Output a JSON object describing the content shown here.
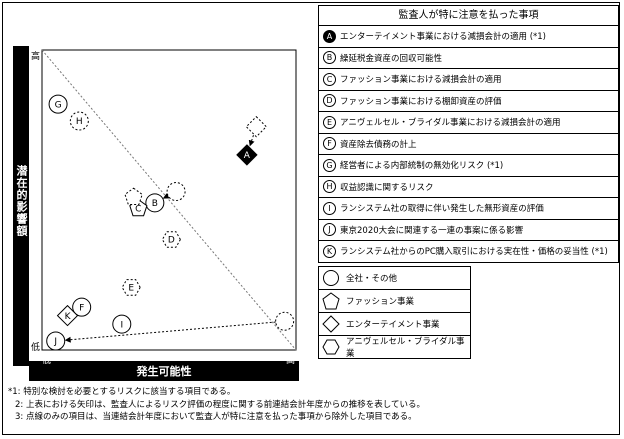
{
  "axes": {
    "y_label": "潜在的影響額",
    "x_label": "発生可能性",
    "y_high": "高",
    "y_low": "低",
    "x_low": "低",
    "x_high": "高"
  },
  "legend": {
    "title": "監査人が特に注意を払った事項",
    "items": [
      {
        "id": "A",
        "text": "エンターテイメント事業における減損会計の適用 (*1)",
        "inverted": true
      },
      {
        "id": "B",
        "text": "繰延税金資産の回収可能性",
        "inverted": false
      },
      {
        "id": "C",
        "text": "ファッション事業における減損会計の適用",
        "inverted": false
      },
      {
        "id": "D",
        "text": "ファッション事業における棚卸資産の評価",
        "inverted": false
      },
      {
        "id": "E",
        "text": "アニヴェルセル・ブライダル事業における減損会計の適用",
        "inverted": false
      },
      {
        "id": "F",
        "text": "資産除去債務の計上",
        "inverted": false
      },
      {
        "id": "G",
        "text": "経営者による内部統制の無効化リスク (*1)",
        "inverted": false
      },
      {
        "id": "H",
        "text": "収益認識に関するリスク",
        "inverted": false
      },
      {
        "id": "I",
        "text": "ランシステム社の取得に伴い発生した無形資産の評価",
        "inverted": false
      },
      {
        "id": "J",
        "text": "東京2020大会に関連する一連の事案に係る影響",
        "inverted": false
      },
      {
        "id": "K",
        "text": "ランシステム社からのPC購入取引における実在性・価格の妥当性 (*1)",
        "inverted": false
      }
    ]
  },
  "shape_legend": [
    {
      "shape": "circle",
      "text": "全社・その他"
    },
    {
      "shape": "pentagon",
      "text": "ファッション事業"
    },
    {
      "shape": "diamond",
      "text": "エンターテイメント事業"
    },
    {
      "shape": "hexagon",
      "text": "アニヴェルセル・ブライダル事業"
    }
  ],
  "notes": [
    "*1: 特別な検討を必要とするリスクに該当する項目である。",
    "2: 上表における矢印は、監査人によるリスク評価の程度に関する前連結会計年度からの推移を表している。",
    "3: 点線のみの項目は、当連結会計年度において監査人が特に注意を払った事項から除外した項目である。"
  ],
  "markers": [
    {
      "id": "A",
      "shape": "diamond",
      "likelihood": 0.83,
      "impact": 0.66,
      "filled": true,
      "dashed": false
    },
    {
      "id": "A-prev",
      "shape": "diamond",
      "likelihood": 0.87,
      "impact": 0.76,
      "filled": false,
      "dashed": true
    },
    {
      "id": "B",
      "shape": "circle",
      "likelihood": 0.44,
      "impact": 0.49,
      "filled": false,
      "dashed": false
    },
    {
      "id": "B-prev",
      "shape": "circle",
      "likelihood": 0.53,
      "impact": 0.53,
      "filled": false,
      "dashed": true
    },
    {
      "id": "C",
      "shape": "pentagon",
      "likelihood": 0.37,
      "impact": 0.47,
      "filled": false,
      "dashed": false
    },
    {
      "id": "C-prev",
      "shape": "pentagon",
      "likelihood": 0.35,
      "impact": 0.51,
      "filled": false,
      "dashed": true
    },
    {
      "id": "D",
      "shape": "hexagon",
      "likelihood": 0.51,
      "impact": 0.36,
      "filled": false,
      "dashed": true
    },
    {
      "id": "E",
      "shape": "hexagon",
      "likelihood": 0.34,
      "impact": 0.19,
      "filled": false,
      "dashed": true
    },
    {
      "id": "F",
      "shape": "circle",
      "likelihood": 0.13,
      "impact": 0.12,
      "filled": false,
      "dashed": false
    },
    {
      "id": "G",
      "shape": "circle",
      "likelihood": 0.03,
      "impact": 0.84,
      "filled": false,
      "dashed": false
    },
    {
      "id": "H",
      "shape": "circle",
      "likelihood": 0.12,
      "impact": 0.78,
      "filled": false,
      "dashed": true
    },
    {
      "id": "I",
      "shape": "circle",
      "likelihood": 0.3,
      "impact": 0.06,
      "filled": false,
      "dashed": false
    },
    {
      "id": "J",
      "shape": "circle",
      "likelihood": 0.02,
      "impact": 0.0,
      "filled": false,
      "dashed": false
    },
    {
      "id": "J-prev",
      "shape": "circle",
      "likelihood": 0.99,
      "impact": 0.07,
      "filled": false,
      "dashed": true
    },
    {
      "id": "K",
      "shape": "diamond",
      "likelihood": 0.07,
      "impact": 0.09,
      "filled": false,
      "dashed": false
    }
  ],
  "arrows": [
    {
      "from": "A-prev",
      "to": "A"
    },
    {
      "from": "B-prev",
      "to": "B"
    },
    {
      "from": "C-prev",
      "to": "C"
    },
    {
      "from": "J-prev",
      "to": "J"
    }
  ]
}
